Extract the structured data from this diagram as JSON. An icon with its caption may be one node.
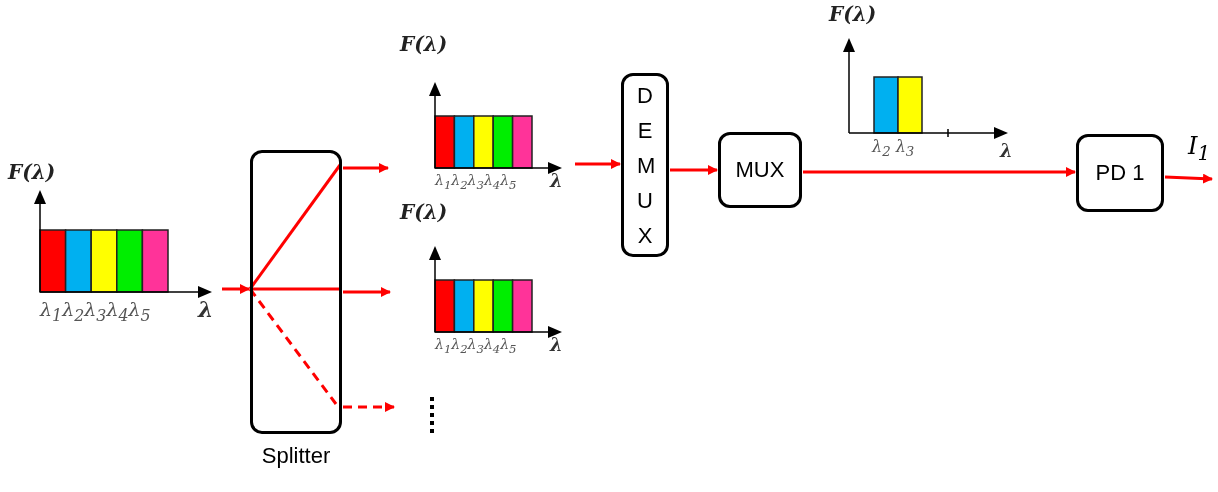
{
  "diagram": {
    "nodes": [
      {
        "text": [
          "Splitter"
        ]
      },
      {
        "text": [
          "D E M U X"
        ]
      },
      {
        "text": [
          "MUX"
        ]
      },
      {
        "text": [
          "PD 1"
        ]
      }
    ],
    "edges": [
      {
        "from": null,
        "to": 0,
        "arrow": "to"
      },
      {
        "from": 0,
        "to": null,
        "arrow": "to"
      },
      {
        "from": 0,
        "to": null,
        "arrow": "to"
      },
      {
        "from": 0,
        "to": null,
        "arrow": "to",
        "style": "dashed"
      },
      {
        "from": null,
        "to": 1,
        "arrow": "to"
      },
      {
        "from": 1,
        "to": 2,
        "arrow": "to"
      },
      {
        "from": 2,
        "to": 3,
        "arrow": "to"
      },
      {
        "from": 3,
        "to": null,
        "arrow": "to",
        "label": "I$_{1}$"
      }
    ],
    "labels": [
      "F(λ)",
      "λ$_{1}$λ$_{2}$λ$_{3}$λ$_{4}$λ$_{5}$",
      "λ",
      "F(λ)",
      "λ$_{1}$λ$_{2}$λ$_{3}$λ$_{4}$λ$_{5}$",
      "λ",
      "F(λ)",
      "λ$_{1}$λ$_{2}$λ$_{3}$λ$_{4}$λ$_{5}$",
      "λ",
      "F(λ)",
      "λ$_{2}$ λ$_{3}$",
      "λ"
    ]
  }
}
